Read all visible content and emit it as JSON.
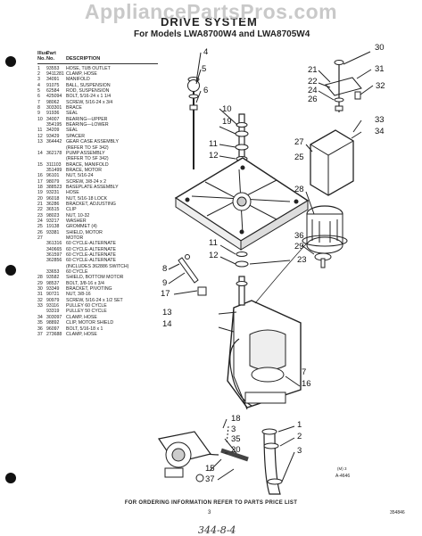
{
  "watermark": "AppliancePartsPros.com",
  "header": {
    "title": "DRIVE SYSTEM",
    "subtitle": "For Models LWA8700W4 and LWA8705W4"
  },
  "parts_list": {
    "header_top": [
      "Illus.",
      "Part",
      ""
    ],
    "header_bottom": [
      "No.",
      "No.",
      "DESCRIPTION"
    ],
    "rows": [
      [
        "1",
        "93553",
        "HOSE, TUB OUTLET"
      ],
      [
        "2",
        "9411281",
        "CLAMP, HOSE"
      ],
      [
        "3",
        "34091",
        "MANIFOLD"
      ],
      [
        "4",
        "91075",
        "BALL, SUSPENSION"
      ],
      [
        "5",
        "62584",
        "ROD, SUSPENSION"
      ],
      [
        "6",
        "425094",
        "BOLT, 5/16-24 x 1 1/4"
      ],
      [
        "7",
        "98062",
        "SCREW, 5/16-24 x 3/4"
      ],
      [
        "8",
        "303301",
        "BRACE"
      ],
      [
        "9",
        "91936",
        "SEAL"
      ],
      [
        "10",
        "34007",
        "BEARING—UPPER"
      ],
      [
        "",
        "354195",
        "BEARING—LOWER"
      ],
      [
        "11",
        "34209",
        "SEAL"
      ],
      [
        "12",
        "93429",
        "SPACER"
      ],
      [
        "13",
        "364442",
        "GEAR CASE ASSEMBLY"
      ],
      [
        "",
        "",
        "(REFER TO SF 342)"
      ],
      [
        "14",
        "362178",
        "PUMP ASSEMBLY"
      ],
      [
        "",
        "",
        "(REFER TO SF 342)"
      ],
      [
        "15",
        "311103",
        "BRACE, MANIFOLD"
      ],
      [
        "",
        "351499",
        "BRACE, MOTOR"
      ],
      [
        "16",
        "96101",
        "NUT, 5/16-24"
      ],
      [
        "17",
        "98079",
        "SCREW, 3/8-24 x 2"
      ],
      [
        "18",
        "388523",
        "BASEPLATE ASSEMBLY"
      ],
      [
        "19",
        "93231",
        "HOSE"
      ],
      [
        "20",
        "96018",
        "NUT, 5/16-18 LOCK"
      ],
      [
        "21",
        "36286",
        "BRACKET, ADJUSTING"
      ],
      [
        "22",
        "36515",
        "CLIP"
      ],
      [
        "23",
        "98023",
        "NUT, 10-32"
      ],
      [
        "24",
        "93217",
        "WASHER"
      ],
      [
        "25",
        "19138",
        "GROMMET (4)"
      ],
      [
        "26",
        "93381",
        "SHIELD, MOTOR"
      ],
      [
        "27",
        "",
        "MOTOR"
      ],
      [
        "",
        "361316",
        "60 CYCLE-ALTERNATE"
      ],
      [
        "",
        "340665",
        "60 CYCLE-ALTERNATE"
      ],
      [
        "",
        "361597",
        "60 CYCLE-ALTERNATE"
      ],
      [
        "",
        "362856",
        "60 CYCLE-ALTERNATE"
      ],
      [
        "",
        "",
        "(INCLUDES 362886 SWITCH)"
      ],
      [
        "",
        "33653",
        "60 CYCLE"
      ],
      [
        "28",
        "93582",
        "SHIELD, BOTTOM MOTOR"
      ],
      [
        "29",
        "98537",
        "BOLT, 3/8-16 x 3/4"
      ],
      [
        "30",
        "93349",
        "BRACKET, PIVOTING"
      ],
      [
        "31",
        "90721",
        "NUT, 3/8-16"
      ],
      [
        "32",
        "90979",
        "SCREW, 5/16-24 x 1/2 SET"
      ],
      [
        "33",
        "93116",
        "PULLEY 60 CYCLE"
      ],
      [
        "",
        "93319",
        "PULLEY 50 CYCLE"
      ],
      [
        "34",
        "303097",
        "CLAMP, HOSE"
      ],
      [
        "35",
        "98892",
        "CLIP, MOTOR SHIELD"
      ],
      [
        "36",
        "96097",
        "BOLT, 5/16-18 x 1"
      ],
      [
        "37",
        "273688",
        "CLAMP, HOSE"
      ]
    ]
  },
  "callouts": {
    "n1": "1",
    "n2": "2",
    "n3": "3",
    "n4": "4",
    "n5": "5",
    "n6": "6",
    "n7": "7",
    "n8": "8",
    "n9": "9",
    "n10": "10",
    "n11": "11",
    "n12": "12",
    "n13": "13",
    "n14": "14",
    "n15": "15",
    "n16": "16",
    "n17": "17",
    "n18": "18",
    "n19": "19",
    "n20": "20",
    "n21": "21",
    "n22": "22",
    "n23": "23",
    "n24": "24",
    "n25": "25",
    "n26": "26",
    "n27": "27",
    "n28": "28",
    "n29": "29",
    "n30": "30",
    "n31": "31",
    "n32": "32",
    "n33": "33",
    "n34": "34",
    "n35": "35",
    "n36": "36",
    "n37": "37"
  },
  "footer": {
    "instruction": "FOR ORDERING INFORMATION REFER TO PARTS PRICE LIST",
    "page_number": "3",
    "doc_code": "354846",
    "drawing_ref": "(M) 3",
    "drawing_number": "A-4646",
    "handwritten_note": "344-8-4"
  }
}
